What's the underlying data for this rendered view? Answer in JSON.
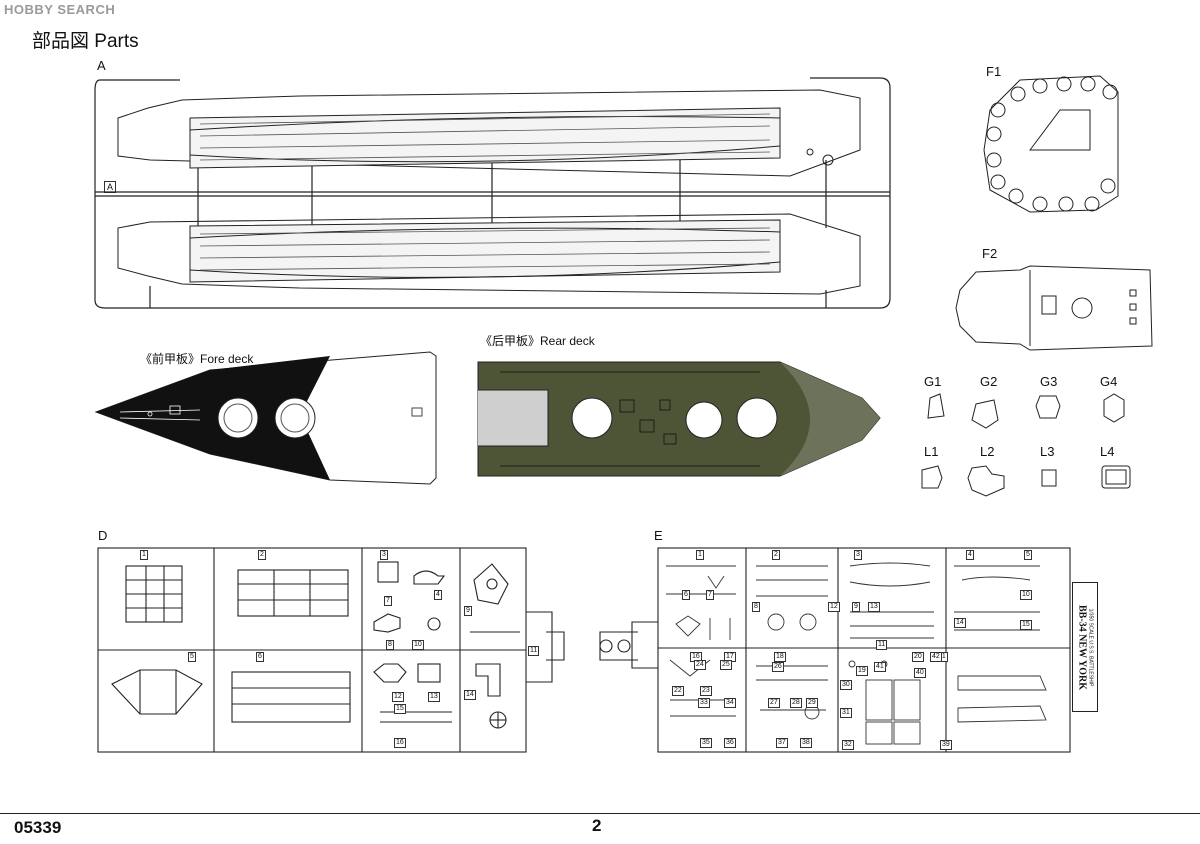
{
  "watermark": "HOBBY SEARCH",
  "title": "部品図 Parts",
  "footer": {
    "catalog_no": "05339",
    "page_no": "2"
  },
  "sprues": {
    "A": "A",
    "A_tag": "A",
    "D": "D",
    "E": "E",
    "F1": "F1",
    "F2": "F2"
  },
  "decks": {
    "fore": "《前甲板》Fore deck",
    "rear": "《后甲板》Rear deck"
  },
  "small_parts": {
    "row1": [
      "G1",
      "G2",
      "G3",
      "G4"
    ],
    "row2": [
      "L1",
      "L2",
      "L3",
      "L4"
    ]
  },
  "box_label": {
    "scale_line": "1/350 SCALE  U.S.S. BATTLESHIP",
    "name": "BB-34 NEW YORK"
  },
  "d_part_numbers": [
    "1",
    "2",
    "3",
    "4",
    "5",
    "6",
    "7",
    "8",
    "9",
    "10",
    "11",
    "12",
    "13",
    "14",
    "15",
    "16"
  ],
  "e_part_numbers": [
    "1",
    "2",
    "3",
    "4",
    "5",
    "6",
    "7",
    "8",
    "9",
    "10",
    "11",
    "12",
    "13",
    "14",
    "15",
    "16",
    "17",
    "18",
    "19",
    "20",
    "21",
    "22",
    "23",
    "24",
    "25",
    "26",
    "27",
    "28",
    "29",
    "30",
    "31",
    "32",
    "33",
    "34",
    "35",
    "36",
    "37",
    "38",
    "39",
    "40",
    "41",
    "42"
  ]
}
